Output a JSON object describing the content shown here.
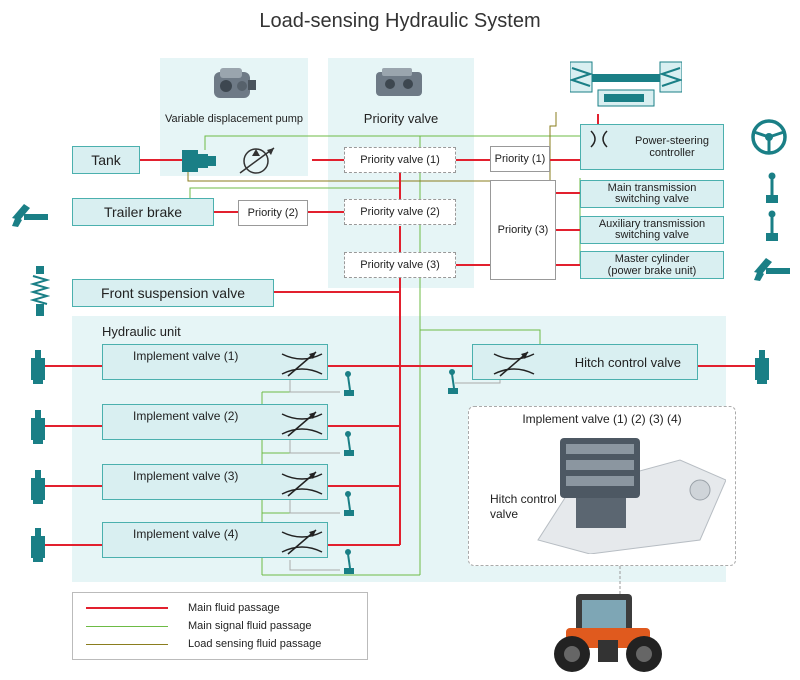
{
  "title": "Load-sensing Hydraulic System",
  "pump_label": "Variable displacement pump",
  "priority_valve_label": "Priority valve",
  "priority_valves": [
    "Priority valve (1)",
    "Priority valve (2)",
    "Priority valve (3)"
  ],
  "tank": "Tank",
  "trailer_brake": "Trailer brake",
  "front_suspension": "Front suspension valve",
  "priorities": [
    "Priority (1)",
    "Priority (2)",
    "Priority (3)"
  ],
  "power_steering": "Power-steering controller",
  "main_transmission": "Main transmission switching valve",
  "aux_transmission": "Auxiliary transmission switching valve",
  "master_cylinder_line1": "Master cylinder",
  "master_cylinder_line2": "(power brake unit)",
  "hydraulic_unit": "Hydraulic unit",
  "implement_valves": [
    "Implement valve (1)",
    "Implement valve (2)",
    "Implement valve (3)",
    "Implement valve (4)"
  ],
  "hitch_control_valve": "Hitch control valve",
  "inset_caption": "Implement valve (1) (2) (3) (4)",
  "inset_hitch_line1": "Hitch control",
  "inset_hitch_line2": "valve",
  "legend": [
    {
      "label": "Main fluid passage",
      "color": "#e2202e"
    },
    {
      "label": "Main signal fluid passage",
      "color": "#6dbb45"
    },
    {
      "label": "Load sensing fluid passage",
      "color": "#8a7d1e"
    }
  ],
  "colors": {
    "main": "#e2202e",
    "signal": "#6dbb45",
    "load_sensing": "#8a7d1e",
    "teal": "#1a7f86"
  }
}
